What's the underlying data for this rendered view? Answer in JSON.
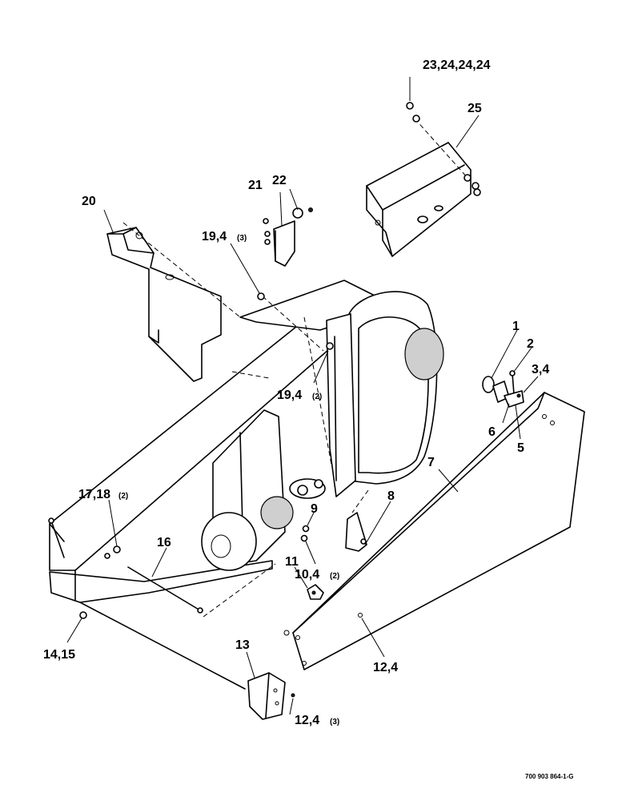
{
  "callouts": {
    "c1": "1",
    "c2": "2",
    "c3_4": "3,4",
    "c5": "5",
    "c6": "6",
    "c7": "7",
    "c8": "8",
    "c9": "9",
    "c10_4": "10,4",
    "c10_4_qty": "(2)",
    "c11": "11",
    "c12_4_a": "12,4",
    "c12_4_b": "12,4",
    "c12_4_b_qty": "(3)",
    "c13": "13",
    "c14_15": "14,15",
    "c16": "16",
    "c17_18": "17,18",
    "c17_18_qty": "(2)",
    "c19_4_a": "19,4",
    "c19_4_a_qty": "(3)",
    "c19_4_b": "19,4",
    "c19_4_b_qty": "(2)",
    "c20": "20",
    "c21": "21",
    "c22": "22",
    "c23_24": "23,24,24,24",
    "c25": "25"
  },
  "drawing_number": "700 903 864-1-G"
}
